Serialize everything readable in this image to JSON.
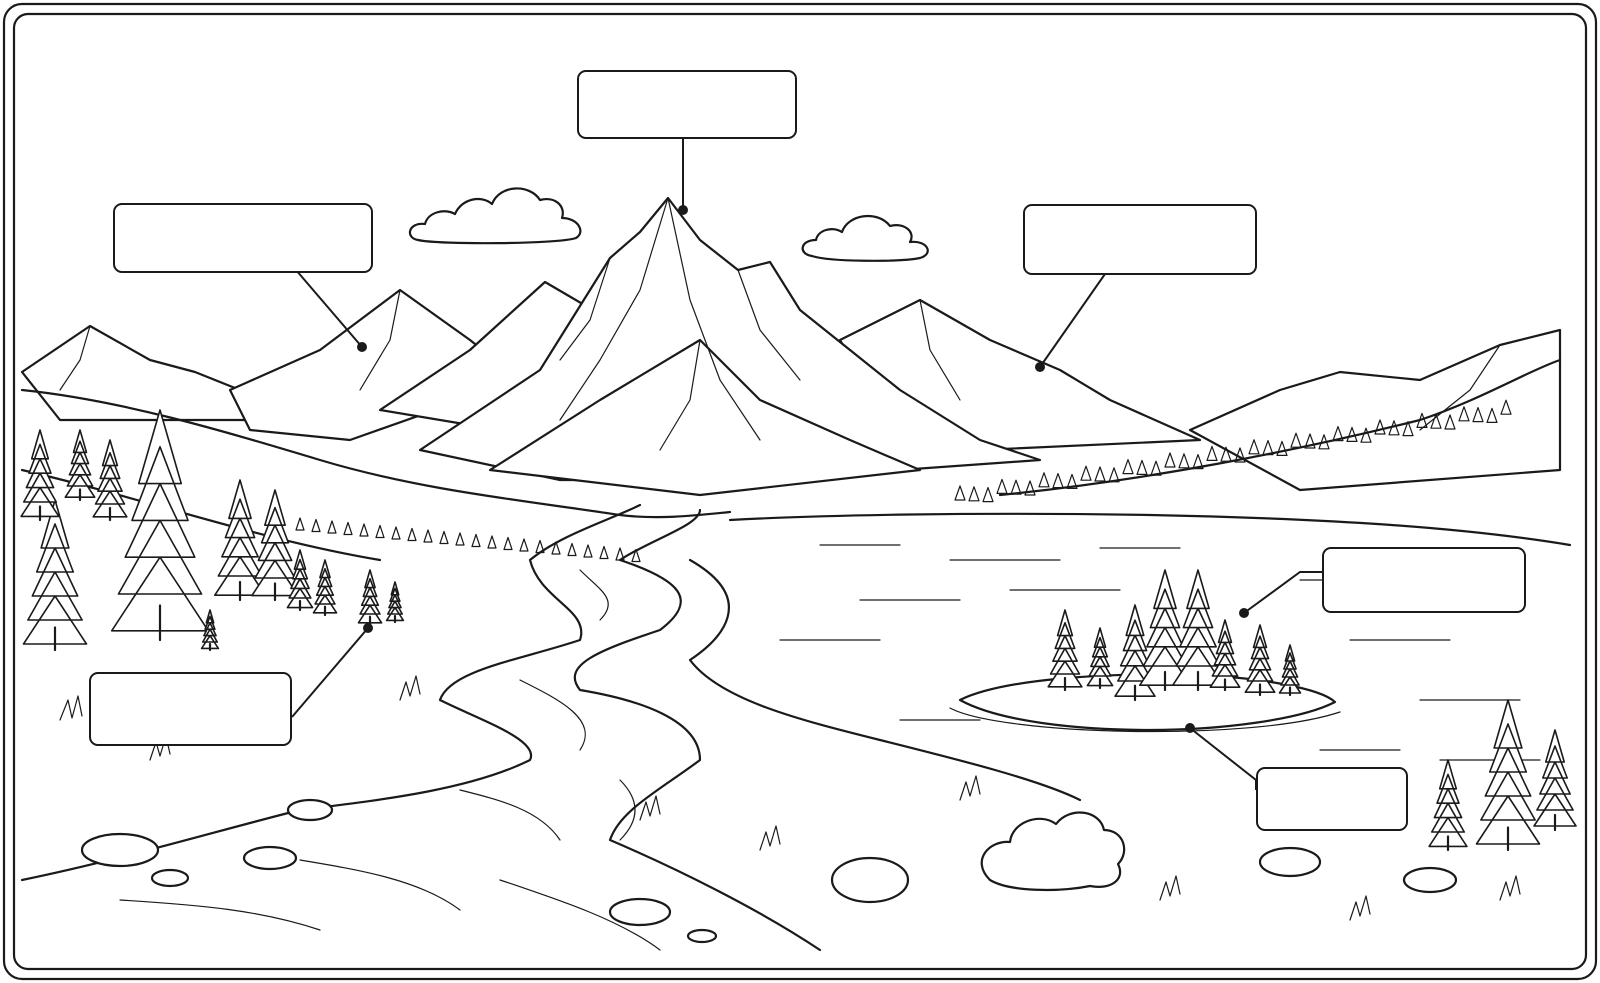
{
  "worksheet": {
    "labels": [
      {
        "id": "peak",
        "text": ""
      },
      {
        "id": "left-mountain",
        "text": ""
      },
      {
        "id": "right-mountain",
        "text": ""
      },
      {
        "id": "lake",
        "text": ""
      },
      {
        "id": "forest",
        "text": ""
      },
      {
        "id": "island",
        "text": ""
      }
    ]
  }
}
